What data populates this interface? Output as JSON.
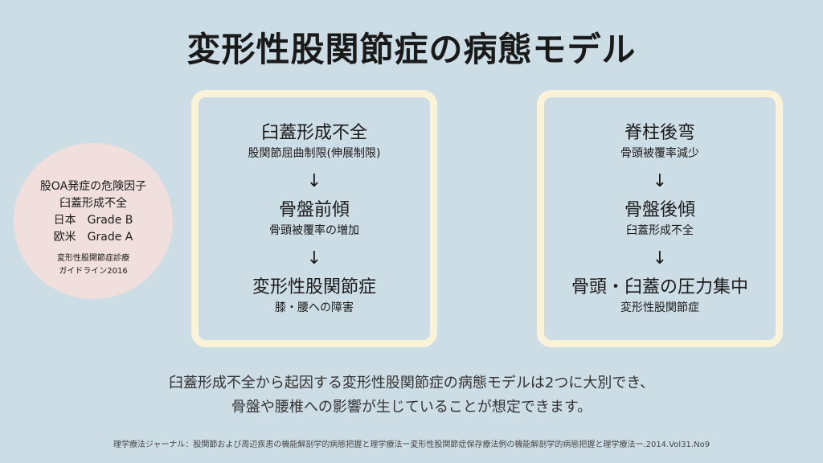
{
  "title": "変形性股関節症の病態モデル",
  "circle": {
    "lines": [
      "股OA発症の危険因子",
      "臼蓋形成不全",
      "日本　Grade B",
      "欧米　Grade A"
    ],
    "source": [
      "変形性股関節症診療",
      "ガイドライン2016"
    ]
  },
  "left_box": {
    "steps": [
      {
        "heading": "臼蓋形成不全",
        "sub": "股関節屈曲制限(伸展制限)"
      },
      {
        "heading": "骨盤前傾",
        "sub": "骨頭被覆率の増加"
      },
      {
        "heading": "変形性股関節症",
        "sub": "膝・腰への障害"
      }
    ]
  },
  "right_box": {
    "steps": [
      {
        "heading": "脊柱後弯",
        "sub": "骨頭被覆率減少"
      },
      {
        "heading": "骨盤後傾",
        "sub": "臼蓋形成不全"
      },
      {
        "heading": "骨頭・臼蓋の圧力集中",
        "sub": "変形性股関節症"
      }
    ]
  },
  "arrow": "↓",
  "description": [
    "臼蓋形成不全から起因する変形性股関節症の病態モデルは2つに大別でき、",
    "骨盤や腰椎への影響が生じていることが想定できます。"
  ],
  "reference": "理学療法ジャーナル：股関節および周辺疾患の機能解剖学的病態把握と理学療法ー変形性股関節症保存療法例の機能解剖学的病態把握と理学療法ー.2014.Vol31.No9"
}
